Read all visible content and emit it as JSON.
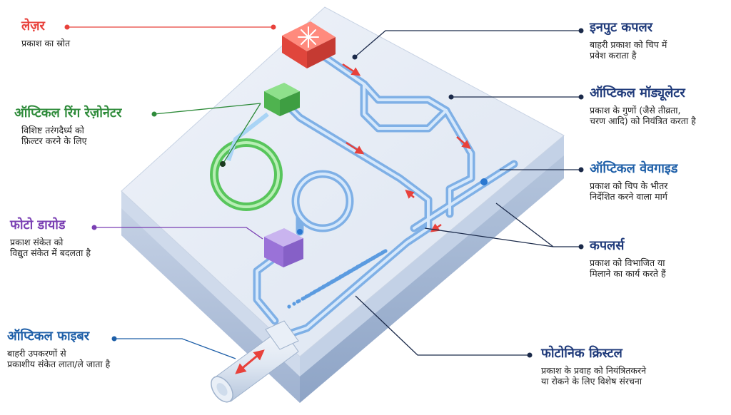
{
  "colors": {
    "red": "#e8413b",
    "green": "#2e8b3a",
    "purple": "#7a3fb3",
    "navy": "#1f3a7a",
    "blue": "#1e5fa8",
    "leader": "#1b2a4a"
  },
  "labels": {
    "laser": {
      "title": "लेज़र",
      "lines": [
        "प्रकाश का स्रोत"
      ]
    },
    "ring": {
      "title": "ऑप्टिकल रिंग रेज़ोनेटर",
      "lines": [
        "विशिष्ट तरंगदैर्ध्य को",
        "फ़िल्टर करने के लिए"
      ]
    },
    "photodiode": {
      "title": "फोटो डायोड",
      "lines": [
        "प्रकाश संकेत को",
        "विद्युत संकेत में बदलता है"
      ]
    },
    "fiber": {
      "title": "ऑप्टिकल फाइबर",
      "lines": [
        "बाहरी उपकरणों से",
        "प्रकाशीय संकेत लाता/ले जाता है"
      ]
    },
    "input": {
      "title": "इनपुट कपलर",
      "lines": [
        "बाहरी प्रकाश को चिप में",
        "प्रवेश कराता है"
      ]
    },
    "modulator": {
      "title": "ऑप्टिकल मॉड्यूलेटर",
      "lines": [
        "प्रकाश के गुणों (जैसे तीव्रता,",
        "चरण आदि) को नियंत्रित करता है"
      ]
    },
    "waveguide": {
      "title": "ऑप्टिकल वेवगाइड",
      "lines": [
        "प्रकाश को चिप के भीतर",
        "निर्देशित करने वाला मार्ग"
      ]
    },
    "couplers": {
      "title": "कपलर्स",
      "lines": [
        "प्रकाश को विभाजित या",
        "मिलाने का कार्य करते हैं"
      ]
    },
    "crystal": {
      "title": "फोटोनिक क्रिस्टल",
      "lines": [
        "प्रकाश के प्रवाह को नियंत्रितकरने",
        "या रोकने के लिए विशेष संरचना"
      ]
    }
  }
}
